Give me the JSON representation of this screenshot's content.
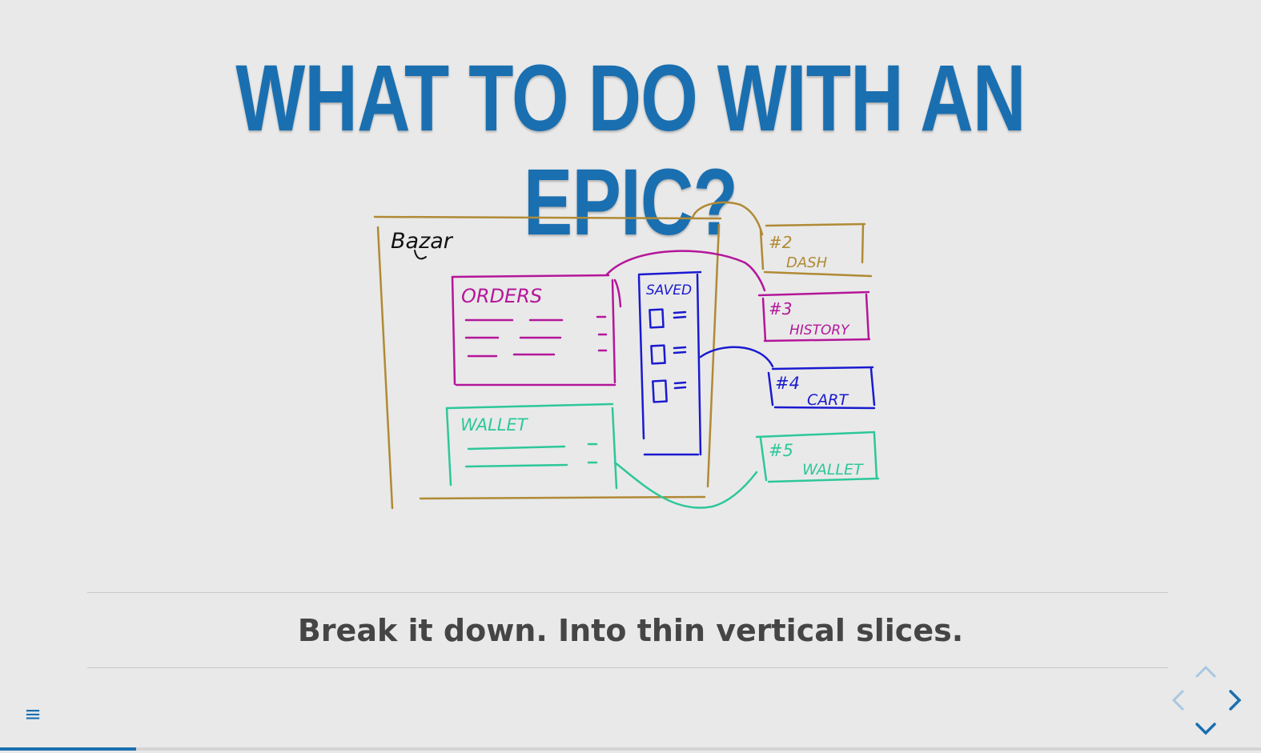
{
  "slide": {
    "title": "WHAT TO DO WITH AN EPIC?",
    "caption": "Break it down. Into thin vertical slices."
  },
  "sketch": {
    "app_label": "Bazar",
    "panels": {
      "orders": "ORDERS",
      "saved": "SAVED",
      "wallet": "WALLET"
    },
    "slices": [
      {
        "number": "#2",
        "label": "DASH",
        "color": "#b08a35"
      },
      {
        "number": "#3",
        "label": "HISTORY",
        "color": "#b4169a"
      },
      {
        "number": "#4",
        "label": "CART",
        "color": "#1a1ad0"
      },
      {
        "number": "#5",
        "label": "WALLET",
        "color": "#2ec79a"
      }
    ],
    "colors": {
      "frame": "#b08a35",
      "orders": "#b4169a",
      "saved": "#1a1ad0",
      "wallet": "#2ec79a",
      "app_label": "#111111"
    }
  },
  "controls": {
    "menu_icon": "≡",
    "nav_icons": [
      "chevron-up-icon",
      "chevron-down-icon",
      "chevron-left-icon",
      "chevron-right-icon"
    ]
  },
  "progress": {
    "fraction": 0.108
  },
  "theme": {
    "accent": "#1a6fb0",
    "background": "#e9e9e9",
    "caption_color": "#454545"
  }
}
